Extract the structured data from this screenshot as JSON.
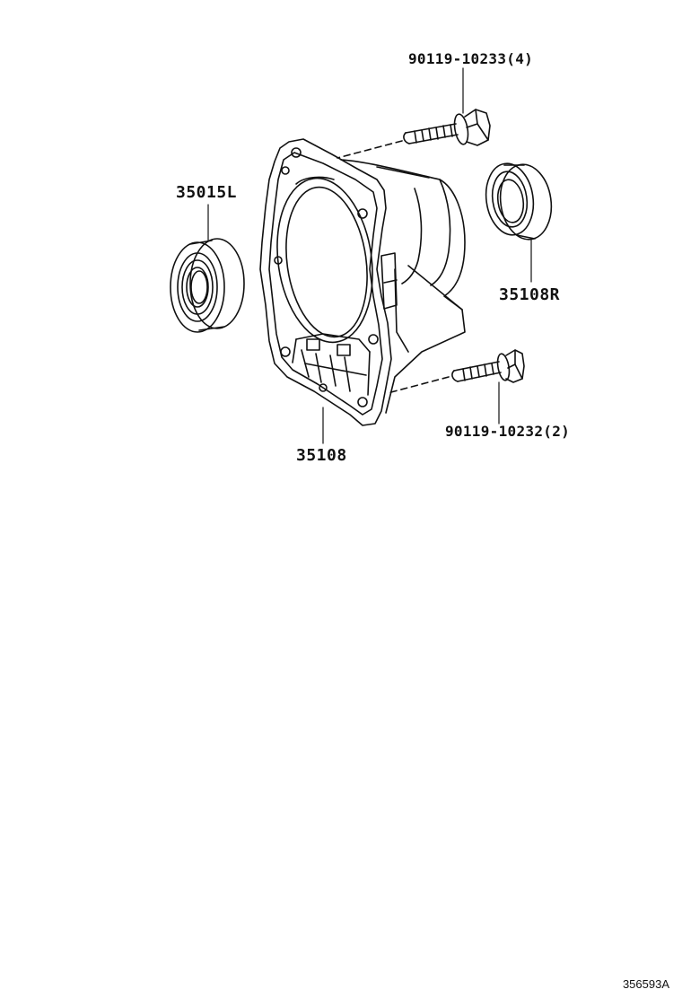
{
  "callouts": {
    "bolt_upper": "90119-10233(4)",
    "bolt_lower": "90119-10232(2)",
    "bearing_left": "35015L",
    "seal_right": "35108R",
    "housing": "35108"
  },
  "figure_id": "356593A",
  "colors": {
    "line": "#111111",
    "background": "#ffffff"
  }
}
